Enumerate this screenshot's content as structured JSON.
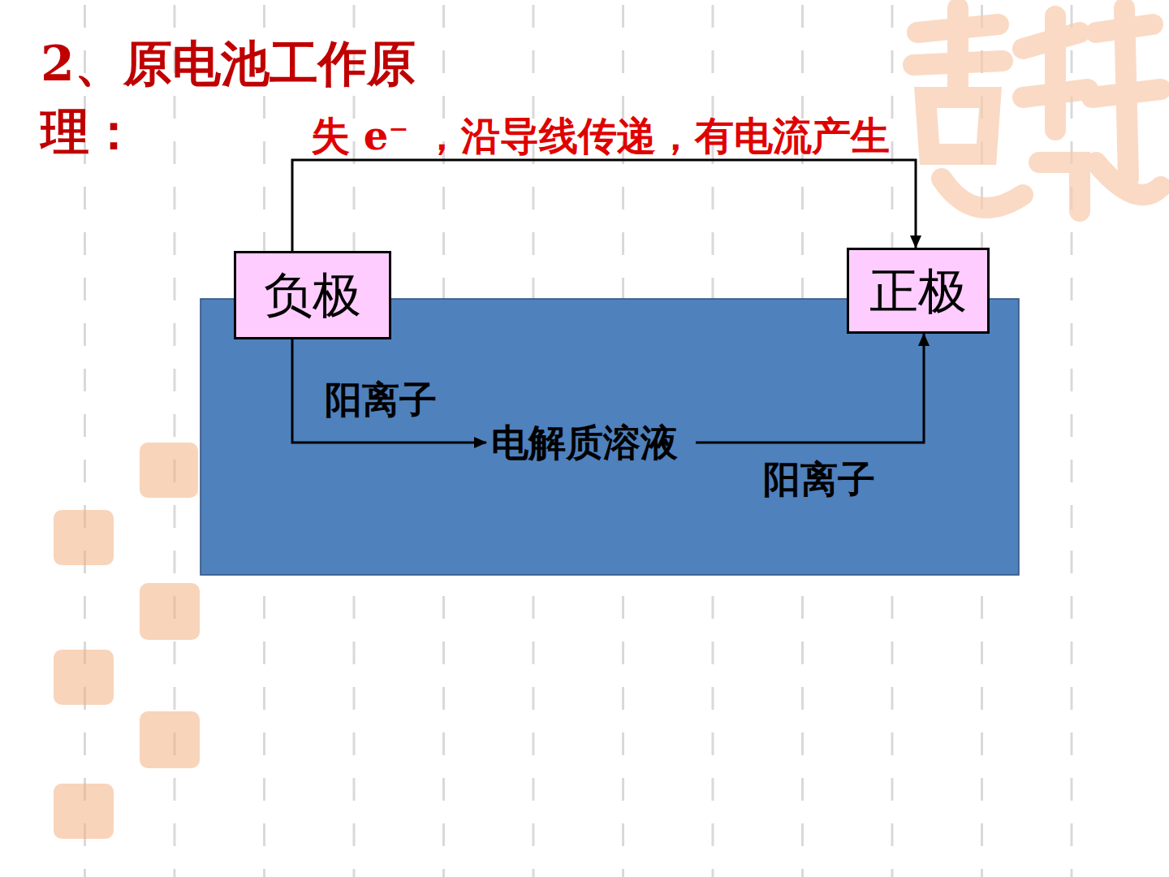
{
  "diagram": {
    "title": "2、原电池工作原理：",
    "nodes": [
      {
        "text": [
          "负极"
        ]
      },
      {
        "text": [
          "正极"
        ]
      },
      {
        "text": [
          "电解质溶液"
        ]
      }
    ],
    "edges": [
      {
        "from": 0,
        "to": 1,
        "arrow": "to",
        "label": "失 e⁻ ，沿导线传递，有电流产生"
      },
      {
        "from": 0,
        "to": 2,
        "arrow": "to",
        "label": "阳离子"
      },
      {
        "from": 2,
        "to": 1,
        "arrow": "to",
        "label": "阳离子"
      }
    ]
  }
}
